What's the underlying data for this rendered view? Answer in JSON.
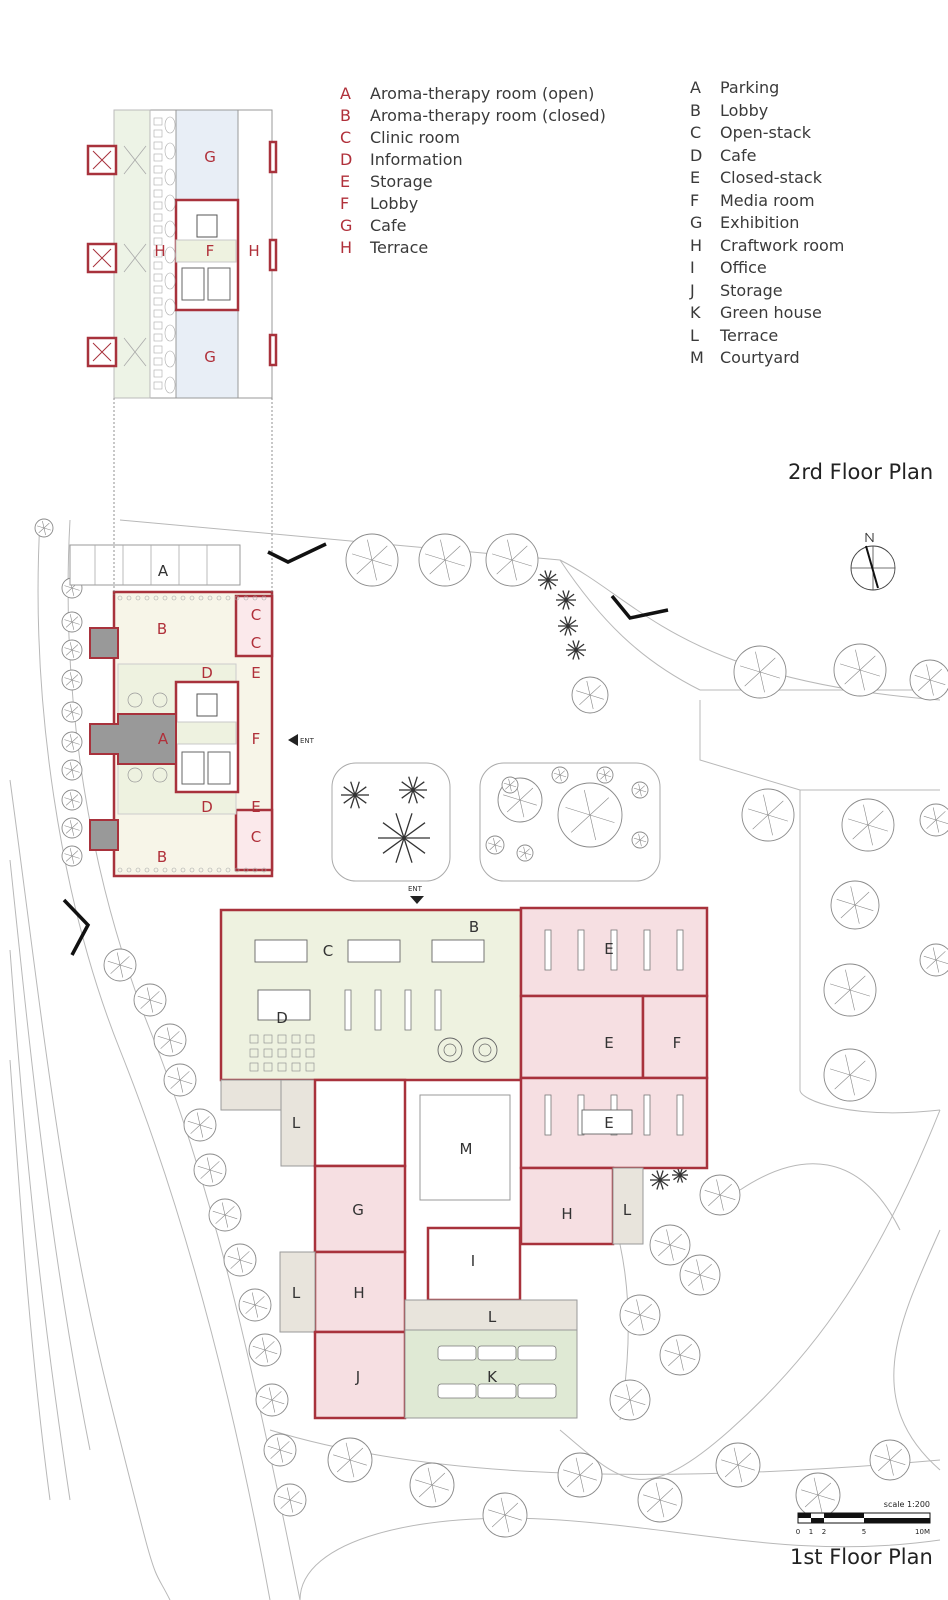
{
  "legend_2nd": {
    "items": [
      {
        "key": "A",
        "label": "Aroma-therapy room (open)"
      },
      {
        "key": "B",
        "label": "Aroma-therapy room (closed)"
      },
      {
        "key": "C",
        "label": "Clinic room"
      },
      {
        "key": "D",
        "label": "Information"
      },
      {
        "key": "E",
        "label": "Storage"
      },
      {
        "key": "F",
        "label": "Lobby"
      },
      {
        "key": "G",
        "label": "Cafe"
      },
      {
        "key": "H",
        "label": "Terrace"
      }
    ]
  },
  "legend_1st": {
    "items": [
      {
        "key": "A",
        "label": "Parking"
      },
      {
        "key": "B",
        "label": "Lobby"
      },
      {
        "key": "C",
        "label": "Open-stack"
      },
      {
        "key": "D",
        "label": "Cafe"
      },
      {
        "key": "E",
        "label": "Closed-stack"
      },
      {
        "key": "F",
        "label": "Media room"
      },
      {
        "key": "G",
        "label": "Exhibition"
      },
      {
        "key": "H",
        "label": "Craftwork room"
      },
      {
        "key": "I",
        "label": "Office"
      },
      {
        "key": "J",
        "label": "Storage"
      },
      {
        "key": "K",
        "label": "Green house"
      },
      {
        "key": "L",
        "label": "Terrace"
      },
      {
        "key": "M",
        "label": "Courtyard"
      }
    ]
  },
  "titles": {
    "second_floor": "2rd Floor Plan",
    "first_floor": "1st Floor Plan"
  },
  "entrance_label": "ENT",
  "scale": {
    "text": "scale 1:200",
    "ticks": [
      "0",
      "1",
      "2",
      "5",
      "10M"
    ]
  },
  "plan_labels_2nd": [
    "G",
    "H",
    "F",
    "H",
    "G"
  ],
  "plan_labels_1st_north": [
    "A",
    "B",
    "C",
    "C",
    "D",
    "E",
    "A",
    "F",
    "D",
    "E",
    "C",
    "B"
  ],
  "plan_labels_1st_south": [
    "B",
    "C",
    "D",
    "E",
    "E",
    "F",
    "E",
    "L",
    "M",
    "G",
    "H",
    "L",
    "H",
    "I",
    "L",
    "L",
    "J",
    "K"
  ],
  "colors": {
    "wall_red": "#a8323c",
    "pink_room": "#f6dfe2",
    "green_room": "#eef2e0",
    "greenhouse": "#dfe9d4",
    "label_red": "#b0303a",
    "label_dark": "#333333",
    "line_gray": "#9a9a9a"
  }
}
